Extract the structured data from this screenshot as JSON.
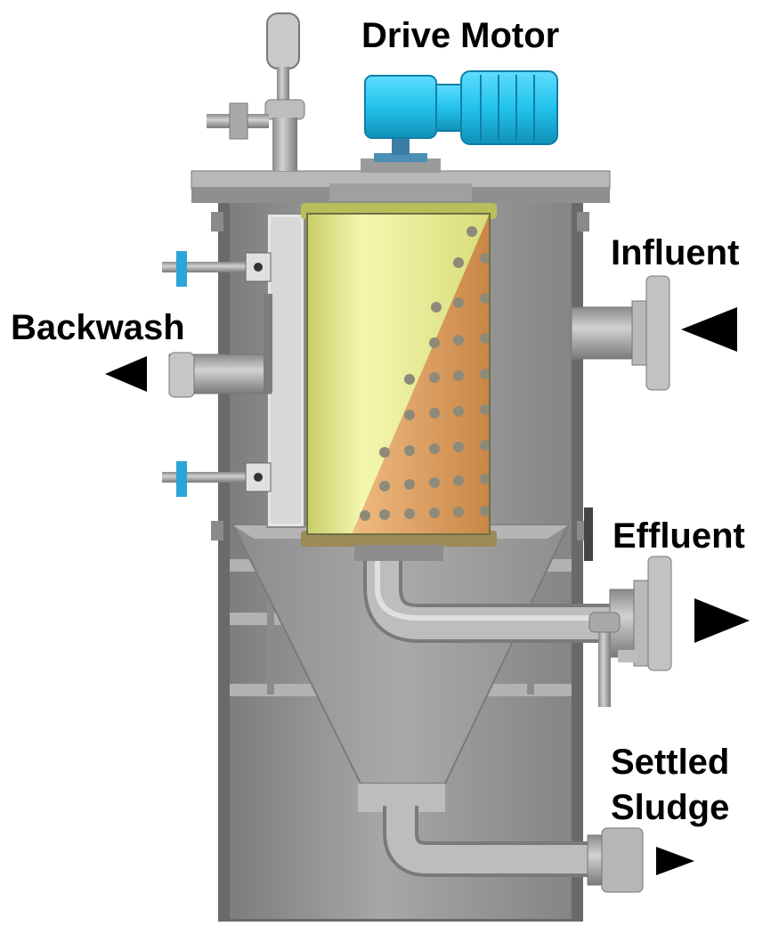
{
  "labels": {
    "drive_motor": "Drive Motor",
    "influent": "Influent",
    "backwash": "Backwash",
    "effluent": "Effluent",
    "settled_sludge_line1": "Settled",
    "settled_sludge_line2": "Sludge"
  },
  "colors": {
    "vessel": "#9a9a9a",
    "vessel_dark": "#6e6e6e",
    "flange": "#b8b8b8",
    "motor": "#22c3ec",
    "drum_screen": "#e8ec8e",
    "drum_perforated": "#e9a566",
    "backwash_shoe": "#e6e6e6",
    "arrow": "#000000"
  },
  "icons": {
    "arrows": "triangle-arrow",
    "gauge": "pressure-gauge-icon",
    "valves": "sample-valve-icon"
  }
}
